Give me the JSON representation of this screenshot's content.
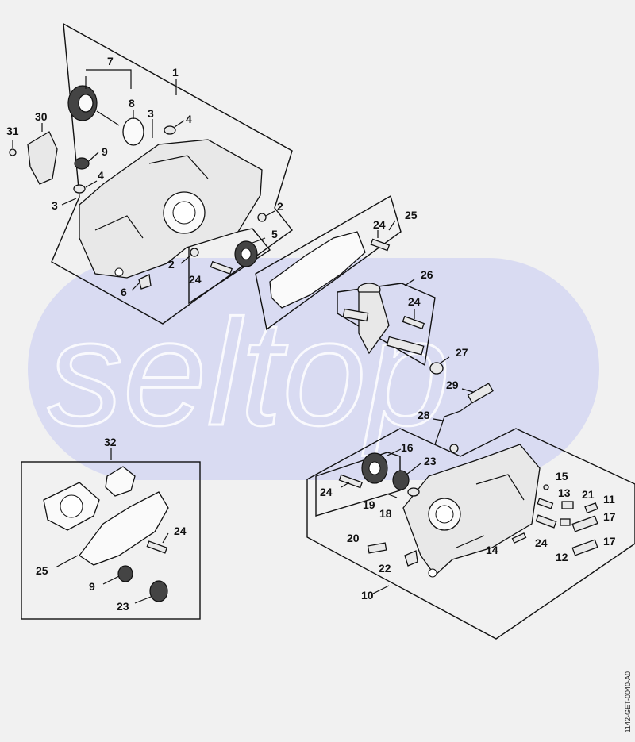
{
  "diagram": {
    "watermark": "seltop",
    "drawing_id": "1142-GET-0040-A0",
    "callouts": [
      {
        "id": "c1",
        "label": "1"
      },
      {
        "id": "c2a",
        "label": "2"
      },
      {
        "id": "c2b",
        "label": "2"
      },
      {
        "id": "c3a",
        "label": "3"
      },
      {
        "id": "c3b",
        "label": "3"
      },
      {
        "id": "c4a",
        "label": "4"
      },
      {
        "id": "c4b",
        "label": "4"
      },
      {
        "id": "c5",
        "label": "5"
      },
      {
        "id": "c6",
        "label": "6"
      },
      {
        "id": "c7",
        "label": "7"
      },
      {
        "id": "c8",
        "label": "8"
      },
      {
        "id": "c9a",
        "label": "9"
      },
      {
        "id": "c9b",
        "label": "9"
      },
      {
        "id": "c10",
        "label": "10"
      },
      {
        "id": "c11",
        "label": "11"
      },
      {
        "id": "c12",
        "label": "12"
      },
      {
        "id": "c13",
        "label": "13"
      },
      {
        "id": "c14",
        "label": "14"
      },
      {
        "id": "c15",
        "label": "15"
      },
      {
        "id": "c16",
        "label": "16"
      },
      {
        "id": "c17a",
        "label": "17"
      },
      {
        "id": "c17b",
        "label": "17"
      },
      {
        "id": "c18",
        "label": "18"
      },
      {
        "id": "c19",
        "label": "19"
      },
      {
        "id": "c20",
        "label": "20"
      },
      {
        "id": "c21",
        "label": "21"
      },
      {
        "id": "c22",
        "label": "22"
      },
      {
        "id": "c23a",
        "label": "23"
      },
      {
        "id": "c23b",
        "label": "23"
      },
      {
        "id": "c24a",
        "label": "24"
      },
      {
        "id": "c24b",
        "label": "24"
      },
      {
        "id": "c24c",
        "label": "24"
      },
      {
        "id": "c24d",
        "label": "24"
      },
      {
        "id": "c24e",
        "label": "24"
      },
      {
        "id": "c24f",
        "label": "24"
      },
      {
        "id": "c25a",
        "label": "25"
      },
      {
        "id": "c25b",
        "label": "25"
      },
      {
        "id": "c26",
        "label": "26"
      },
      {
        "id": "c27",
        "label": "27"
      },
      {
        "id": "c28",
        "label": "28"
      },
      {
        "id": "c29",
        "label": "29"
      },
      {
        "id": "c30",
        "label": "30"
      },
      {
        "id": "c31",
        "label": "31"
      },
      {
        "id": "c32",
        "label": "32"
      }
    ]
  }
}
